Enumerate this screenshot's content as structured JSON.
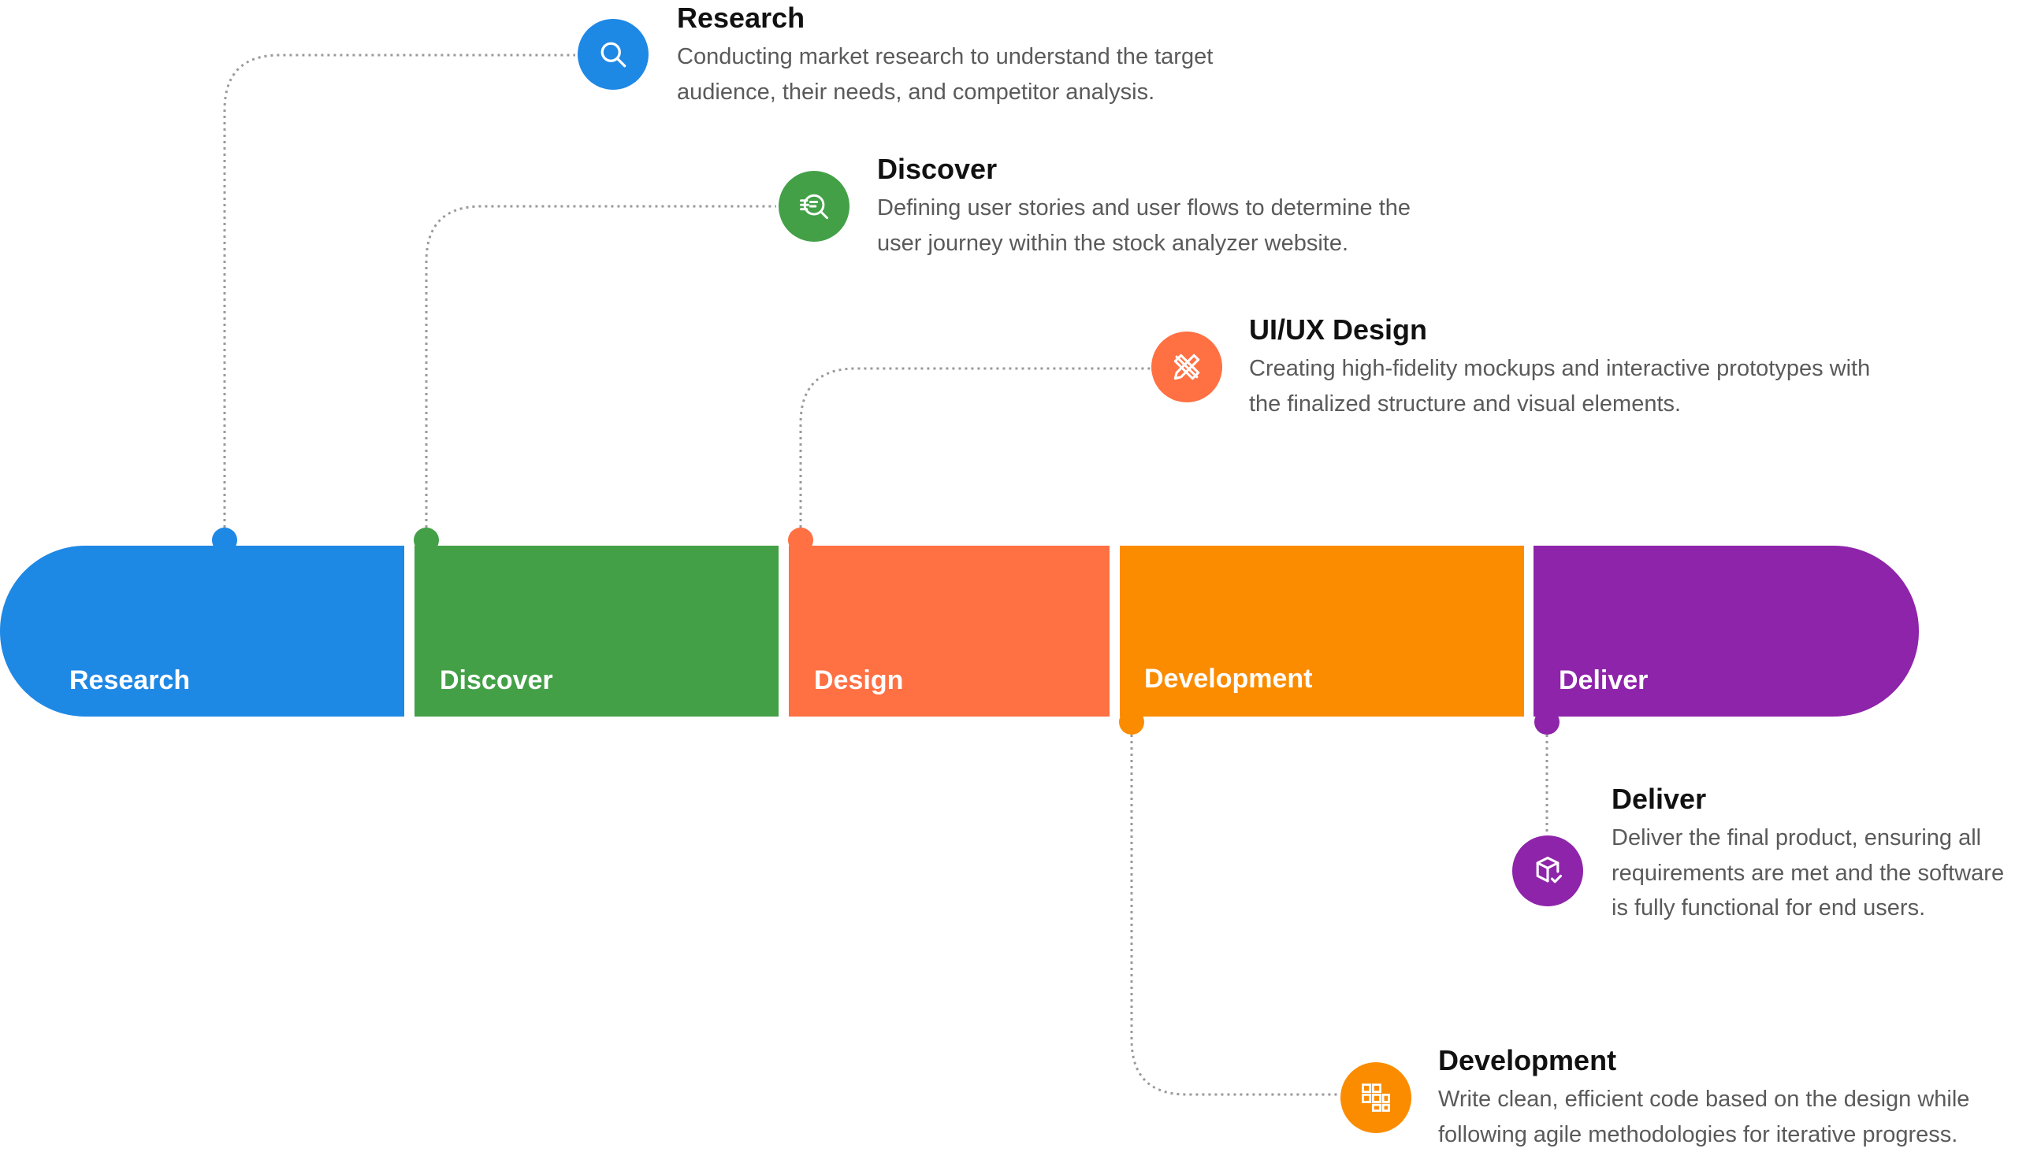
{
  "stages": [
    {
      "label": "Research",
      "color": "#1E88E5"
    },
    {
      "label": "Discover",
      "color": "#43A047"
    },
    {
      "label": "Design",
      "color": "#FF7043"
    },
    {
      "label": "Development",
      "color": "#FB8C00"
    },
    {
      "label": "Deliver",
      "color": "#8E24AA"
    }
  ],
  "steps": [
    {
      "title": "Research",
      "description": "Conducting market research to understand the target audience, their needs, and competitor analysis.",
      "icon": "search-icon",
      "color": "#1E88E5"
    },
    {
      "title": "Discover",
      "description": "Defining user stories and user flows to determine the user journey within the stock analyzer website.",
      "icon": "list-search-icon",
      "color": "#43A047"
    },
    {
      "title": "UI/UX Design",
      "description": "Creating high-fidelity mockups and interactive prototypes with the finalized structure and visual elements.",
      "icon": "pencil-ruler-icon",
      "color": "#FF7043"
    },
    {
      "title": "Deliver",
      "description": "Deliver the final product, ensuring all requirements are met and the software is fully functional for end users.",
      "icon": "package-check-icon",
      "color": "#8E24AA"
    },
    {
      "title": "Development",
      "description": "Write clean, efficient code based on the design while following agile methodologies for iterative progress.",
      "icon": "blocks-icon",
      "color": "#FB8C00"
    }
  ]
}
